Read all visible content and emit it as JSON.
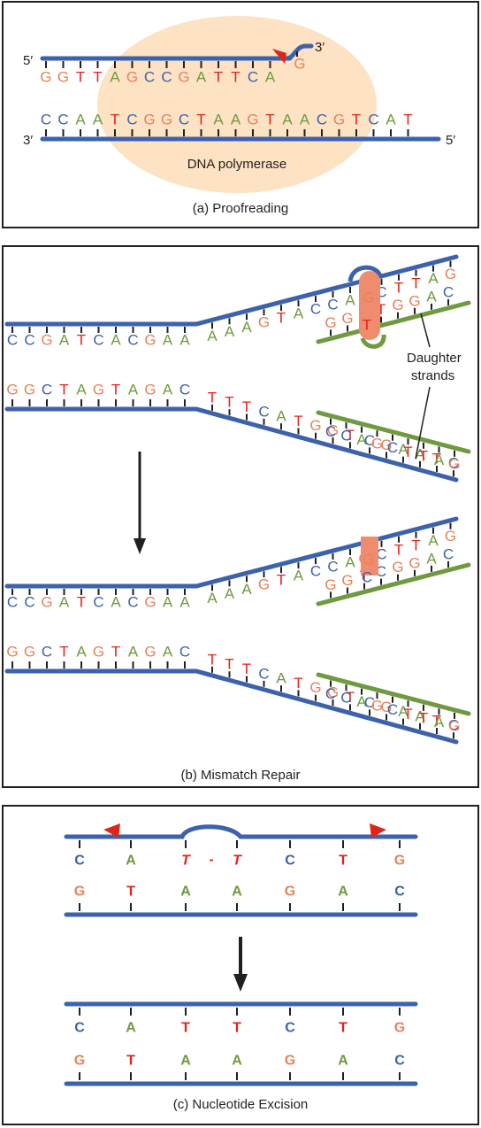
{
  "colors": {
    "A": "#6f9a3f",
    "C": "#3d62ad",
    "G": "#e8825a",
    "T": "#e2231a",
    "backbone": "#3d62ad",
    "daughter": "#6f9a3f",
    "polymerase": "#fde2c4",
    "mismatch": "#f08c6e",
    "arrowhead": "#e2231a"
  },
  "panel_a": {
    "caption": "(a) Proofreading",
    "enzyme_label": "DNA polymerase",
    "top_left_end": "5′",
    "top_right_end": "3′",
    "bottom_left_end": "3′",
    "bottom_right_end": "5′",
    "top_bases": "GGTTAGCCGATTCA",
    "overhang_base": "G",
    "bottom_bases": "CCAATCGGCTAAGTAACGTCAT"
  },
  "panel_b": {
    "caption": "(b) Mismatch Repair",
    "label_line1": "Daughter",
    "label_line2": "strands",
    "before": {
      "upper_flat": "CCGATCACGAA",
      "upper_slope": "AAAGTACCA",
      "upper_pair_top": "GCTTAG",
      "upper_pair_bottom": "GGTTGGACC",
      "lower_flat": "GGCTAGTAGAC",
      "lower_slope": "TTTCATGGT",
      "lower_pair_top": "CCAGCTTAG",
      "lower_pair_bottom": "CGAATC"
    },
    "after": {
      "upper_flat": "CCGATCACGAA",
      "upper_slope": "AAAGTACCA",
      "upper_pair_top": "GCTTAG",
      "upper_pair_bottom": "GGTCGGACC",
      "lower_flat": "GGCTAGTAGAC",
      "lower_slope": "TTTCATGGT",
      "lower_pair_top": "CCAGCTTAG",
      "lower_pair_bottom": "CGAATC"
    }
  },
  "panel_c": {
    "caption": "(c) Nucleotide Excision",
    "dimer_link": "-",
    "before_top": [
      "C",
      "A",
      "T",
      "T",
      "C",
      "T",
      "G"
    ],
    "before_bottom": [
      "G",
      "T",
      "A",
      "A",
      "G",
      "A",
      "C"
    ],
    "after_top": [
      "C",
      "A",
      "T",
      "T",
      "C",
      "T",
      "G"
    ],
    "after_bottom": [
      "G",
      "T",
      "A",
      "A",
      "G",
      "A",
      "C"
    ]
  }
}
